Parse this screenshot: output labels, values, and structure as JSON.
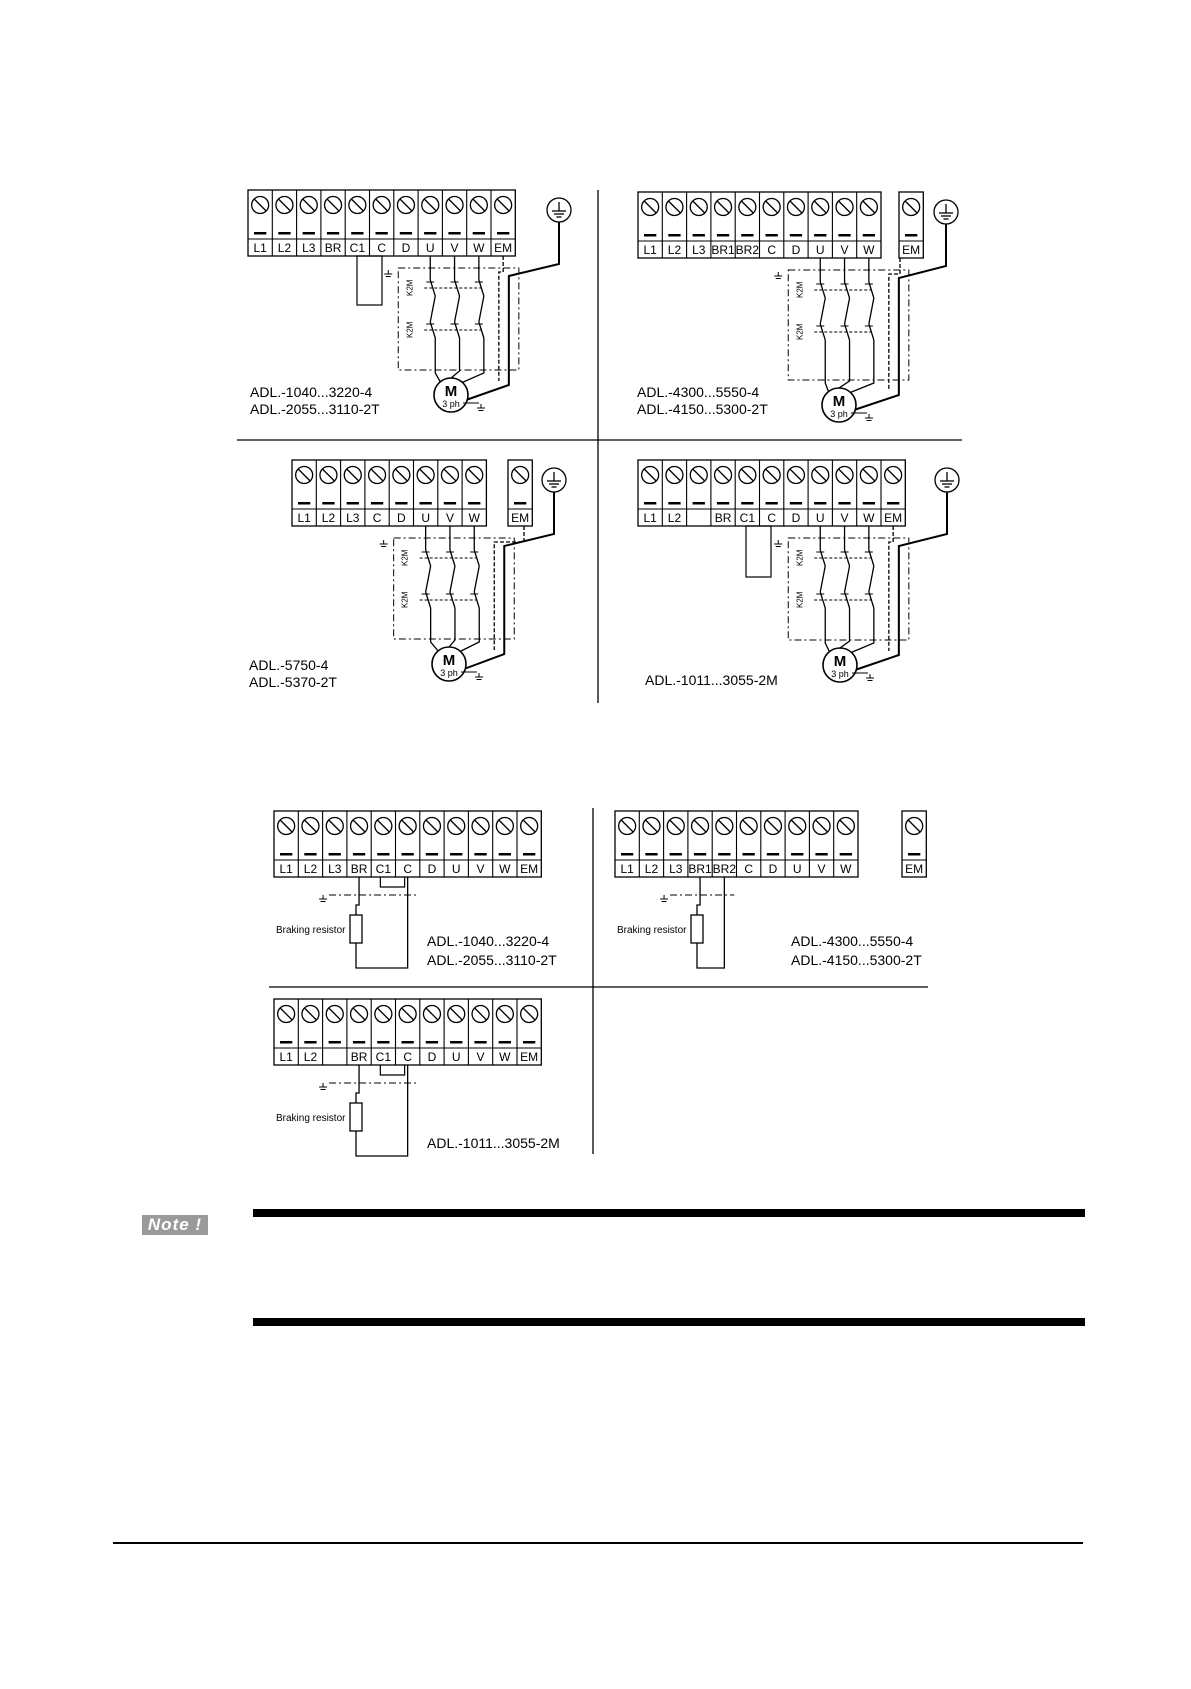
{
  "motor_diagrams": [
    {
      "terminals": [
        "L1",
        "L2",
        "L3",
        "BR",
        "C1",
        "C",
        "D",
        "U",
        "V",
        "W",
        "EM"
      ],
      "models": [
        "ADL.-1040...3220-4",
        "ADL.-2055...3110-2T"
      ]
    },
    {
      "terminals": [
        "L1",
        "L2",
        "L3",
        "BR1",
        "BR2",
        "C",
        "D",
        "U",
        "V",
        "W"
      ],
      "extra_terminal": "EM",
      "models": [
        "ADL.-4300...5550-4",
        "ADL.-4150...5300-2T"
      ]
    },
    {
      "terminals": [
        "L1",
        "L2",
        "L3",
        "C",
        "D",
        "U",
        "V",
        "W"
      ],
      "extra_terminal": "EM",
      "models": [
        "ADL.-5750-4",
        "ADL.-5370-2T"
      ]
    },
    {
      "terminals": [
        "L1",
        "L2",
        "",
        "BR",
        "C1",
        "C",
        "D",
        "U",
        "V",
        "W",
        "EM"
      ],
      "models": [
        "ADL.-1011...3055-2M"
      ]
    }
  ],
  "motor_label": "M",
  "motor_phase": "3 ph",
  "contactor_label": "K2M",
  "brake_diagrams": [
    {
      "terminals": [
        "L1",
        "L2",
        "L3",
        "BR",
        "C1",
        "C",
        "D",
        "U",
        "V",
        "W",
        "EM"
      ],
      "models": [
        "ADL.-1040...3220-4",
        "ADL.-2055...3110-2T"
      ]
    },
    {
      "terminals": [
        "L1",
        "L2",
        "L3",
        "BR1",
        "BR2",
        "C",
        "D",
        "U",
        "V",
        "W"
      ],
      "extra_terminal": "EM",
      "models": [
        "ADL.-4300...5550-4",
        "ADL.-4150...5300-2T"
      ]
    },
    {
      "terminals": [
        "L1",
        "L2",
        "",
        "BR",
        "C1",
        "C",
        "D",
        "U",
        "V",
        "W",
        "EM"
      ],
      "models": [
        "ADL.-1011...3055-2M"
      ]
    }
  ],
  "resistor_label": "Braking resistor",
  "note_label": "Note !"
}
